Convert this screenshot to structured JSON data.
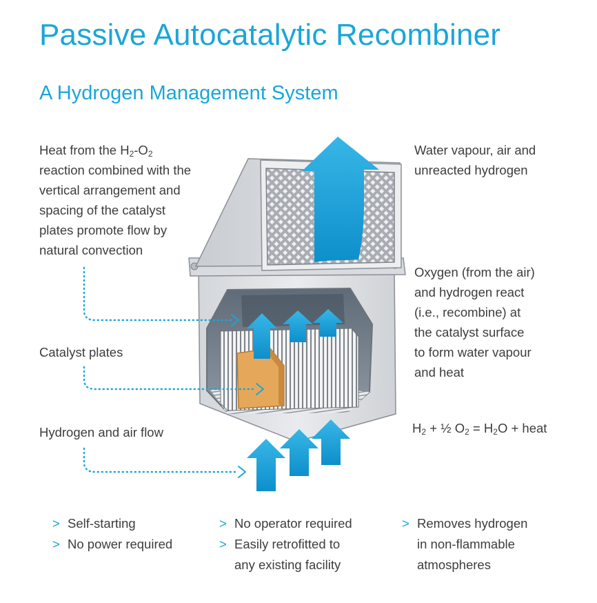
{
  "title": "Passive Autocatalytic Recombiner",
  "subtitle": "A Hydrogen Management System",
  "left_notes": {
    "heat": {
      "line1_pre": "Heat from the H",
      "line1_sub1": "2",
      "line1_mid": "-O",
      "line1_sub2": "2",
      "line2": "reaction combined with the",
      "line3": "vertical arrangement and",
      "line4": "spacing of the catalyst",
      "line5": "plates  promote flow by",
      "line6": "natural convection"
    },
    "catalyst": "Catalyst plates",
    "flow": "Hydrogen and air flow"
  },
  "right_notes": {
    "outlet": {
      "line1": "Water vapour, air and",
      "line2": "unreacted hydrogen"
    },
    "reaction": {
      "line1": "Oxygen (from the air)",
      "line2": "and hydrogen react",
      "line3": "(i.e., recombine) at",
      "line4": "the catalyst surface",
      "line5": "to form water vapour",
      "line6": "and heat"
    },
    "equation": {
      "p1": "H",
      "s1": "2",
      "p2": " + ½ O",
      "s2": "2",
      "p3": " = H",
      "s3": "2",
      "p4": "O + heat"
    }
  },
  "bullets": {
    "col1": {
      "marker": ">",
      "item1": "Self-starting",
      "item2": "No power required"
    },
    "col2": {
      "marker": ">",
      "item1": "No operator required",
      "item2_line1": "Easily retrofitted to",
      "item2_line2": "any existing facility"
    },
    "col3": {
      "marker": ">",
      "item1_line1": "Removes hydrogen",
      "item1_line2": "in non-flammable",
      "item1_line3": "atmospheres"
    }
  },
  "colors": {
    "accent": "#1aa6d8",
    "arrow": "#21a9df",
    "catalyst_plate": "#e5a85a",
    "housing": "#dcdfe3",
    "text": "#3d3d3d"
  }
}
